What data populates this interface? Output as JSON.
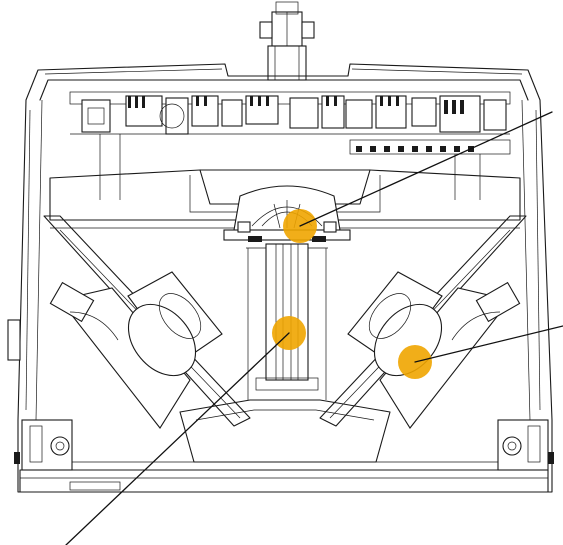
{
  "figure": {
    "subject": "device-cross-section-line-drawing",
    "labels": [],
    "callouts": [
      {
        "name": "top-dome-callout",
        "color": "#F0A500"
      },
      {
        "name": "center-column-callout",
        "color": "#F0A500"
      },
      {
        "name": "right-pivot-callout",
        "color": "#F0A500"
      }
    ]
  }
}
